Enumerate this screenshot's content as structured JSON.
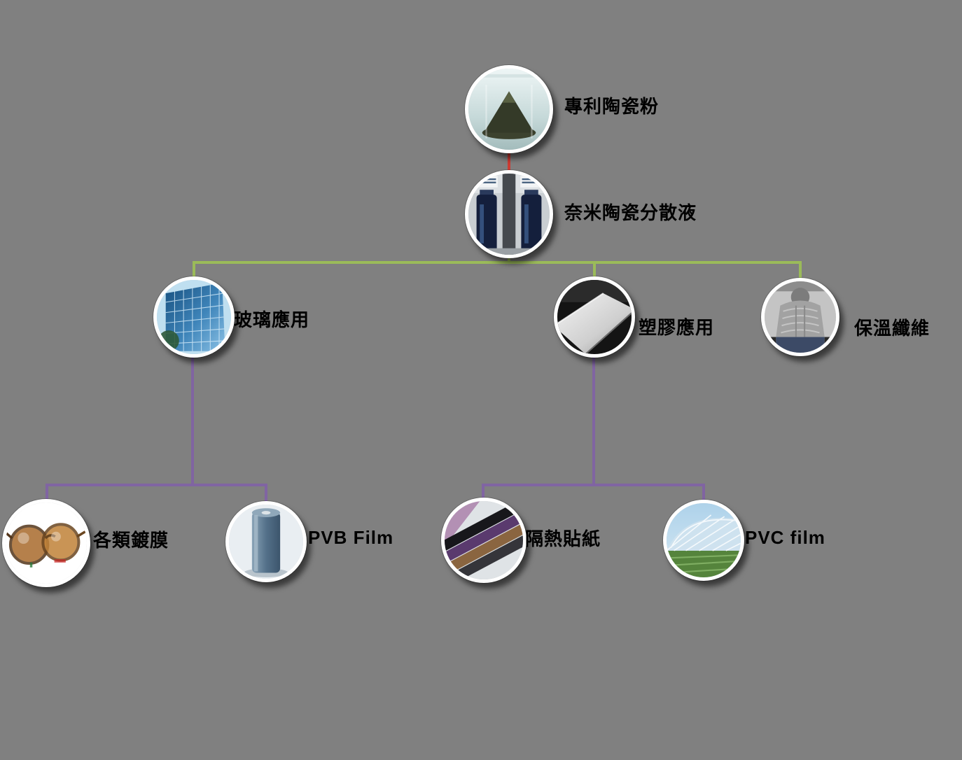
{
  "background_color": "#808080",
  "connector_colors": {
    "root_to_dispersion": "#cc3b33",
    "dispersion_to_branches": "#9bbb59",
    "branches_to_children": "#8064a2"
  },
  "nodes": {
    "root": {
      "label": "專利陶瓷粉",
      "photo": "ceramic-powder-jar"
    },
    "dispersion": {
      "label": "奈米陶瓷分散液",
      "photo": "two-blue-bottles"
    },
    "glass": {
      "label": "玻璃應用",
      "photo": "glass-building-facade"
    },
    "plastic": {
      "label": "塑膠應用",
      "photo": "plastic-sheet"
    },
    "fiber": {
      "label": "保溫纖維",
      "photo": "insulated-jacket-person"
    },
    "coatings": {
      "label": "各類鍍膜",
      "photo": "coated-sunglasses"
    },
    "pvb": {
      "label": "PVB Film",
      "photo": "blue-film-roll"
    },
    "sticker": {
      "label": "隔熱貼紙",
      "photo": "window-film-rolls"
    },
    "pvc": {
      "label": "PVC film",
      "photo": "greenhouse-pvc-film"
    }
  }
}
